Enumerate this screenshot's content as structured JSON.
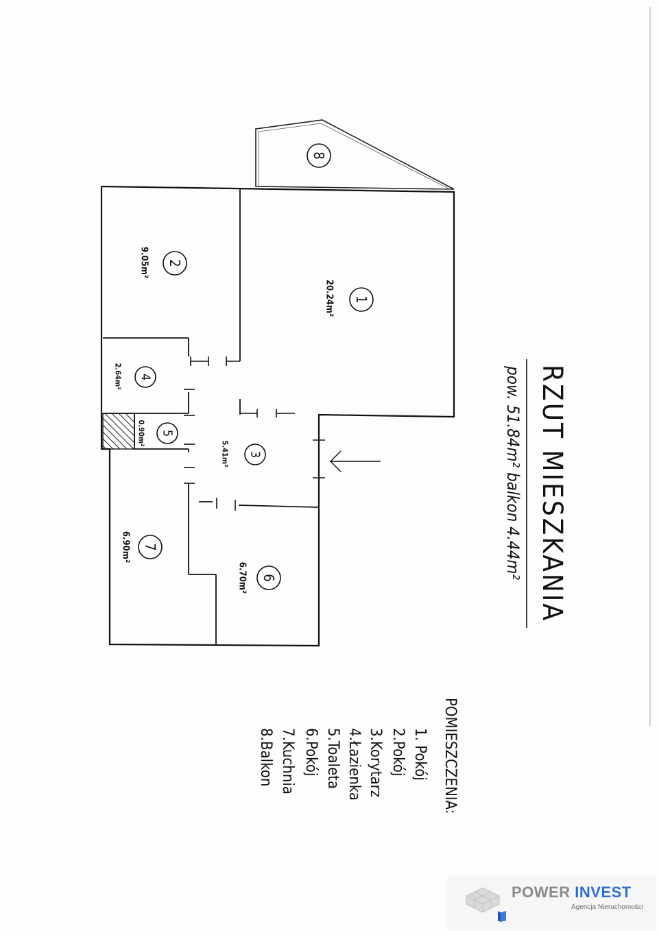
{
  "title": "RZUT MIESZKANIA",
  "subtitle": "pow. 51.84m² balkon 4.44m²",
  "rooms": [
    {
      "number": "1",
      "area": "20.24m²"
    },
    {
      "number": "2",
      "area": "9.05m²"
    },
    {
      "number": "3",
      "area": "5.41m²"
    },
    {
      "number": "4",
      "area": "2.64m²"
    },
    {
      "number": "5",
      "area": "0.90m²"
    },
    {
      "number": "6",
      "area": "6.70m²"
    },
    {
      "number": "7",
      "area": "6.90m²"
    },
    {
      "number": "8",
      "area": ""
    }
  ],
  "legend": {
    "heading": "POMIESZCZENIA:",
    "items": [
      "1. Pokój",
      "2.Pokój",
      "3.Korytarz",
      "4.Łazienka",
      "5.Toaleta",
      "6.Pokój",
      "7.Kuchnia",
      "8.Balkon"
    ]
  },
  "watermark": {
    "brand_part1": "POWER",
    "brand_part2": "INVEST",
    "tagline": "Agencja Nieruchomości"
  },
  "colors": {
    "ink": "#111111",
    "brand_grey": "#8a8a8a",
    "brand_blue": "#2a6fd6"
  }
}
